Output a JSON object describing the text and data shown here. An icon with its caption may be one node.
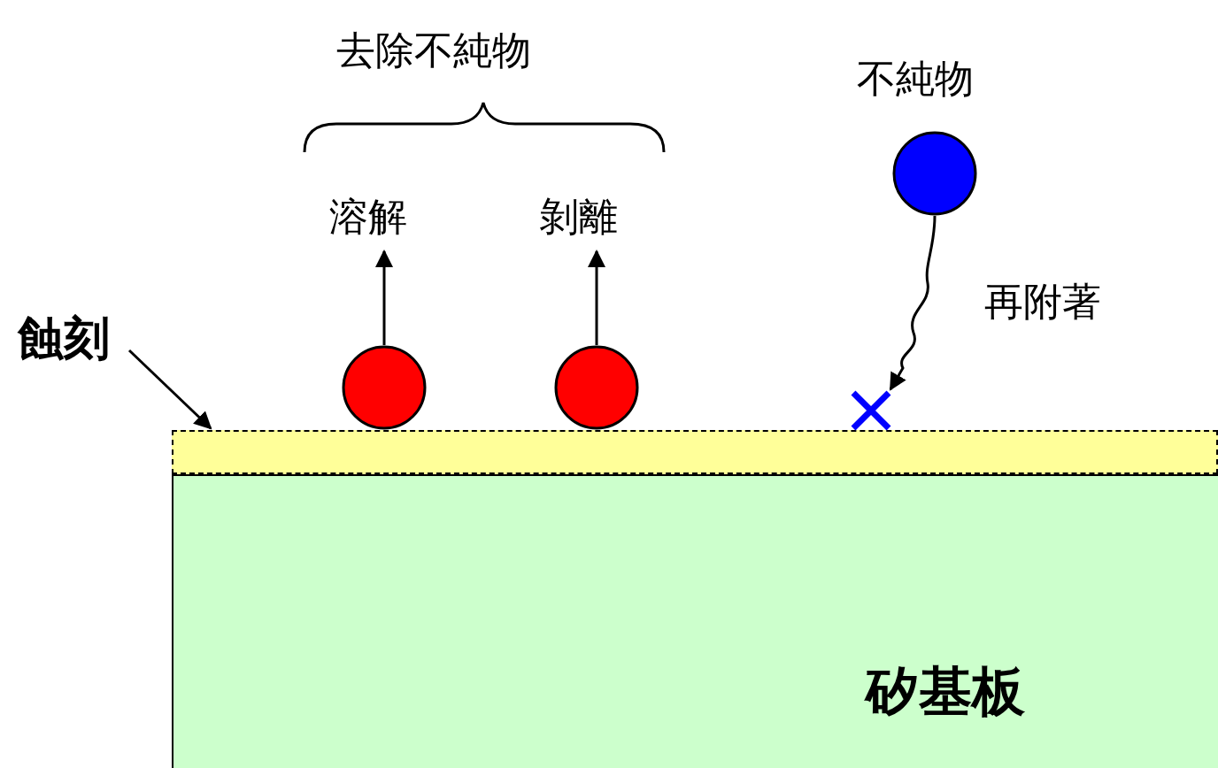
{
  "diagram": {
    "nodes": [
      {
        "text": [
          "矽基板"
        ]
      },
      {
        "text": [],
        "shape": "box"
      },
      {
        "text": [],
        "shape": "circle"
      },
      {
        "text": [],
        "shape": "circle"
      },
      {
        "text": [
          "溶解"
        ]
      },
      {
        "text": [
          "剝離"
        ]
      },
      {
        "text": [
          "不純物"
        ]
      },
      {
        "text": [],
        "shape": "cross"
      },
      {
        "text": [
          "蝕刻"
        ]
      }
    ],
    "edges": [
      {
        "from": 2,
        "to": 4,
        "arrow": "to"
      },
      {
        "from": 3,
        "to": 5,
        "arrow": "to"
      },
      {
        "from": 6,
        "to": 7,
        "arrow": "to",
        "label": "再附著"
      },
      {
        "from": 8,
        "to": 1,
        "arrow": "to"
      }
    ],
    "labels": [
      "去除不純物"
    ]
  }
}
